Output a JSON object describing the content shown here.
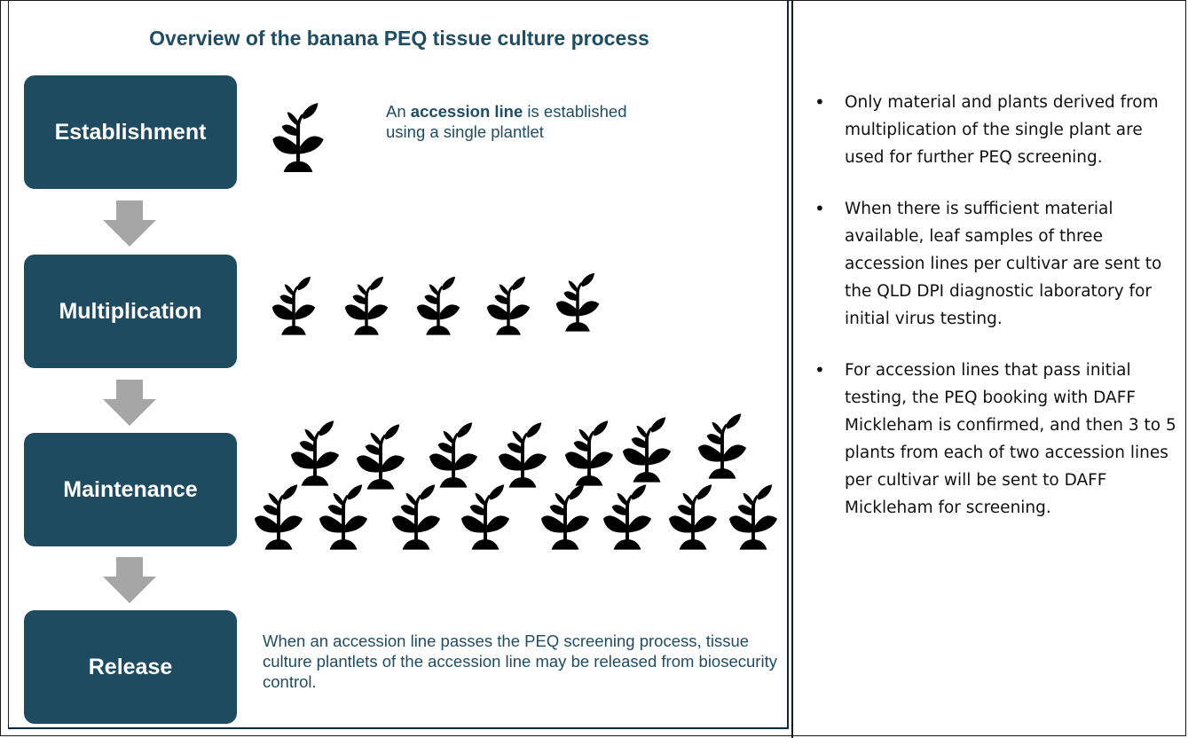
{
  "title": "Overview of the banana PEQ tissue culture process",
  "steps": [
    "Establishment",
    "Multiplication",
    "Maintenance",
    "Release"
  ],
  "notes": {
    "establishment_pre": "An ",
    "establishment_bold": "accession line",
    "establishment_post": " is established using a single plantlet",
    "release": "When an accession line passes the PEQ screening process, tissue culture plantlets of the accession line may be released from biosecurity control."
  },
  "icons": {
    "plant": "plant-sprout-icon",
    "arrow": "down-arrow-icon"
  },
  "colors": {
    "step_box": "#1f4b60",
    "title": "#1f4d63",
    "arrow": "#a6a6a6"
  },
  "bullets": [
    "Only material and plants derived from multiplication of the single plant are used for further PEQ screening.",
    "When there is sufficient material available, leaf samples of three accession lines per cultivar are sent to the QLD DPI diagnostic laboratory for initial virus testing.",
    "For accession lines that pass initial testing, the PEQ booking with DAFF Mickleham is confirmed, and then 3 to 5 plants from each of two accession lines per cultivar will be sent to DAFF Mickleham for screening."
  ]
}
